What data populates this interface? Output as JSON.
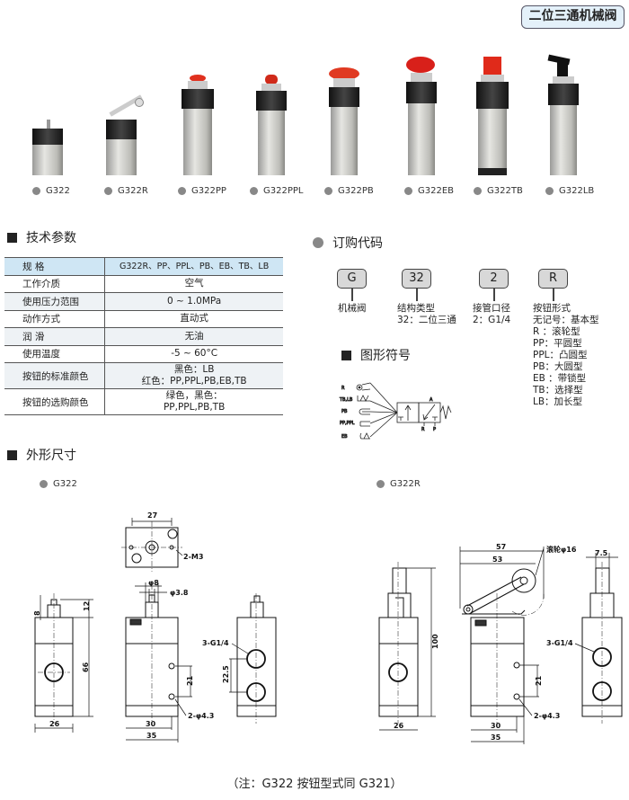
{
  "header": {
    "title": "二位三通机械阀"
  },
  "products": [
    {
      "name": "G322"
    },
    {
      "name": "G322R"
    },
    {
      "name": "G322PP"
    },
    {
      "name": "G322PPL"
    },
    {
      "name": "G322PB"
    },
    {
      "name": "G322EB"
    },
    {
      "name": "G322TB"
    },
    {
      "name": "G322LB"
    }
  ],
  "specs": {
    "title": "技术参数",
    "header": {
      "label": "规  格",
      "value": "G322R、PP、PPL、PB、EB、TB、LB"
    },
    "rows": [
      {
        "label": "工作介质",
        "value": "空气"
      },
      {
        "label": "使用压力范围",
        "value": "0 ~ 1.0MPa"
      },
      {
        "label": "动作方式",
        "value": "直动式"
      },
      {
        "label": "润  滑",
        "value": "无油"
      },
      {
        "label": "使用温度",
        "value": "-5 ~ 60°C"
      },
      {
        "label": "按钮的标准颜色",
        "value1": "黑色：LB",
        "value2": "红色：PP,PPL,PB,EB,TB"
      },
      {
        "label": "按钮的选购颜色",
        "value1": "绿色，黑色：",
        "value2": "PP,PPL,PB,TB"
      }
    ]
  },
  "ordering": {
    "title": "订购代码",
    "codes": [
      {
        "code": "G",
        "lines": [
          "机械阀"
        ]
      },
      {
        "code": "32",
        "lines": [
          "结构类型",
          "32：二位三通"
        ]
      },
      {
        "code": "2",
        "lines": [
          "接管口径",
          "2：G1/4"
        ]
      },
      {
        "code": "R",
        "lines": [
          "按钮形式",
          "无记号：基本型",
          "R  ：滚轮型",
          "PP：平圆型",
          "PPL：凸圆型",
          "PB：大圆型",
          "EB ：带锁型",
          "TB：选择型",
          "LB：加长型"
        ]
      }
    ]
  },
  "symbol": {
    "title": "图形符号",
    "labels": [
      "R",
      "TB,LB",
      "PB",
      "PP,PPL",
      "EB"
    ],
    "ports": [
      "A",
      "R",
      "P"
    ]
  },
  "dimensions": {
    "title": "外形尺寸",
    "g322": {
      "name": "G322",
      "dims": [
        "27",
        "2-M3",
        "φ8",
        "φ3.8",
        "8",
        "12",
        "66",
        "26",
        "30",
        "35",
        "21",
        "22.5",
        "3-G1/4",
        "2-φ4.3"
      ]
    },
    "g322r": {
      "name": "G322R",
      "dims": [
        "57",
        "53",
        "滚轮φ16",
        "7.5",
        "100",
        "26",
        "30",
        "35",
        "21",
        "3-G1/4",
        "2-φ4.3"
      ]
    }
  },
  "note": "（注：G322 按钮型式同 G321）"
}
